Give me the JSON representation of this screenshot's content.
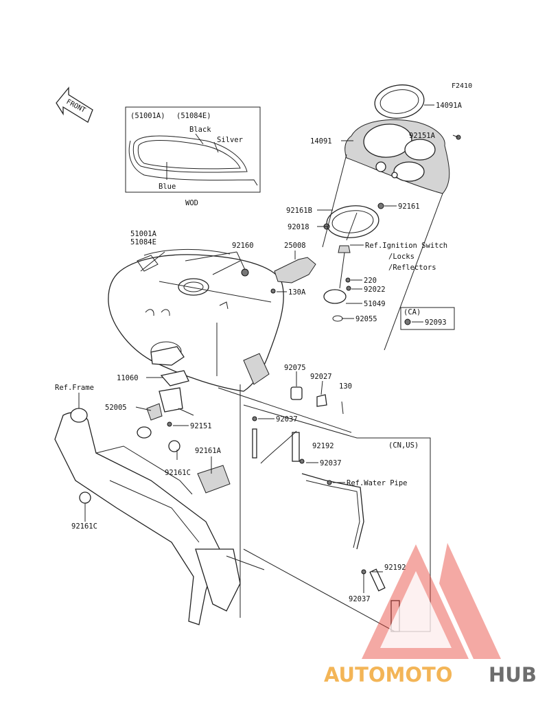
{
  "figure_code": "F2410",
  "front_label": "FRONT",
  "inset": {
    "codes": [
      "(51001A)",
      "(51084E)"
    ],
    "stripes": [
      "Black",
      "Silver",
      "Blue"
    ],
    "caption": "WOD"
  },
  "callouts": [
    "14091A",
    "14091",
    "92151A",
    "92161B",
    "92161",
    "92018",
    "51001A",
    "51084E",
    "92160",
    "25008",
    "130A",
    "220",
    "92022",
    "51049",
    "92055",
    "92093",
    "11060",
    "52005",
    "92151",
    "92075",
    "92027",
    "130",
    "92037",
    "92192",
    "92037",
    "92192",
    "92037",
    "92161A",
    "92161C",
    "92161C"
  ],
  "refs": {
    "ignition": [
      "Ref.Ignition Switch",
      "/Locks",
      "/Reflectors"
    ],
    "frame": "Ref.Frame",
    "water_pipe": "Ref.Water Pipe"
  },
  "region_tags": {
    "ca": "(CA)",
    "cn_us": "(CN,US)"
  },
  "watermark": {
    "part1": "AUTOMOTO",
    "part2": "HUB",
    "color1": "#f2a93a",
    "color2": "#555555",
    "logo_color": "#e8473c"
  }
}
